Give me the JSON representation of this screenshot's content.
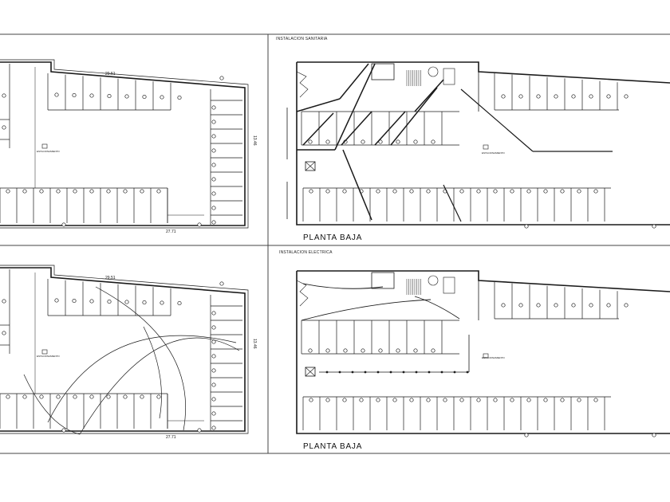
{
  "sheet": {
    "panels": [
      {
        "id": "top-left",
        "title": "",
        "caption": "",
        "dim_top": "29.51",
        "dim_right": "13.46",
        "dim_bottom": "27.71",
        "room_label": "ESTACIONAMIENTO"
      },
      {
        "id": "top-right",
        "title": "INSTALACION SANITARIA",
        "caption": "PLANTA BAJA",
        "room_label": "ESTACIONAMIENTO"
      },
      {
        "id": "bottom-left",
        "title": "",
        "caption": "",
        "dim_top": "29.51",
        "dim_right": "13.46",
        "dim_bottom": "27.71",
        "room_label": "ESTACIONAMIENTO"
      },
      {
        "id": "bottom-right",
        "title": "INSTALACION ELECTRICA",
        "caption": "PLANTA BAJA",
        "room_label": "ESTACIONAMIENTO"
      }
    ],
    "colors": {
      "ink": "#1a1a1a",
      "paper": "#ffffff",
      "frame": "#444444"
    }
  }
}
